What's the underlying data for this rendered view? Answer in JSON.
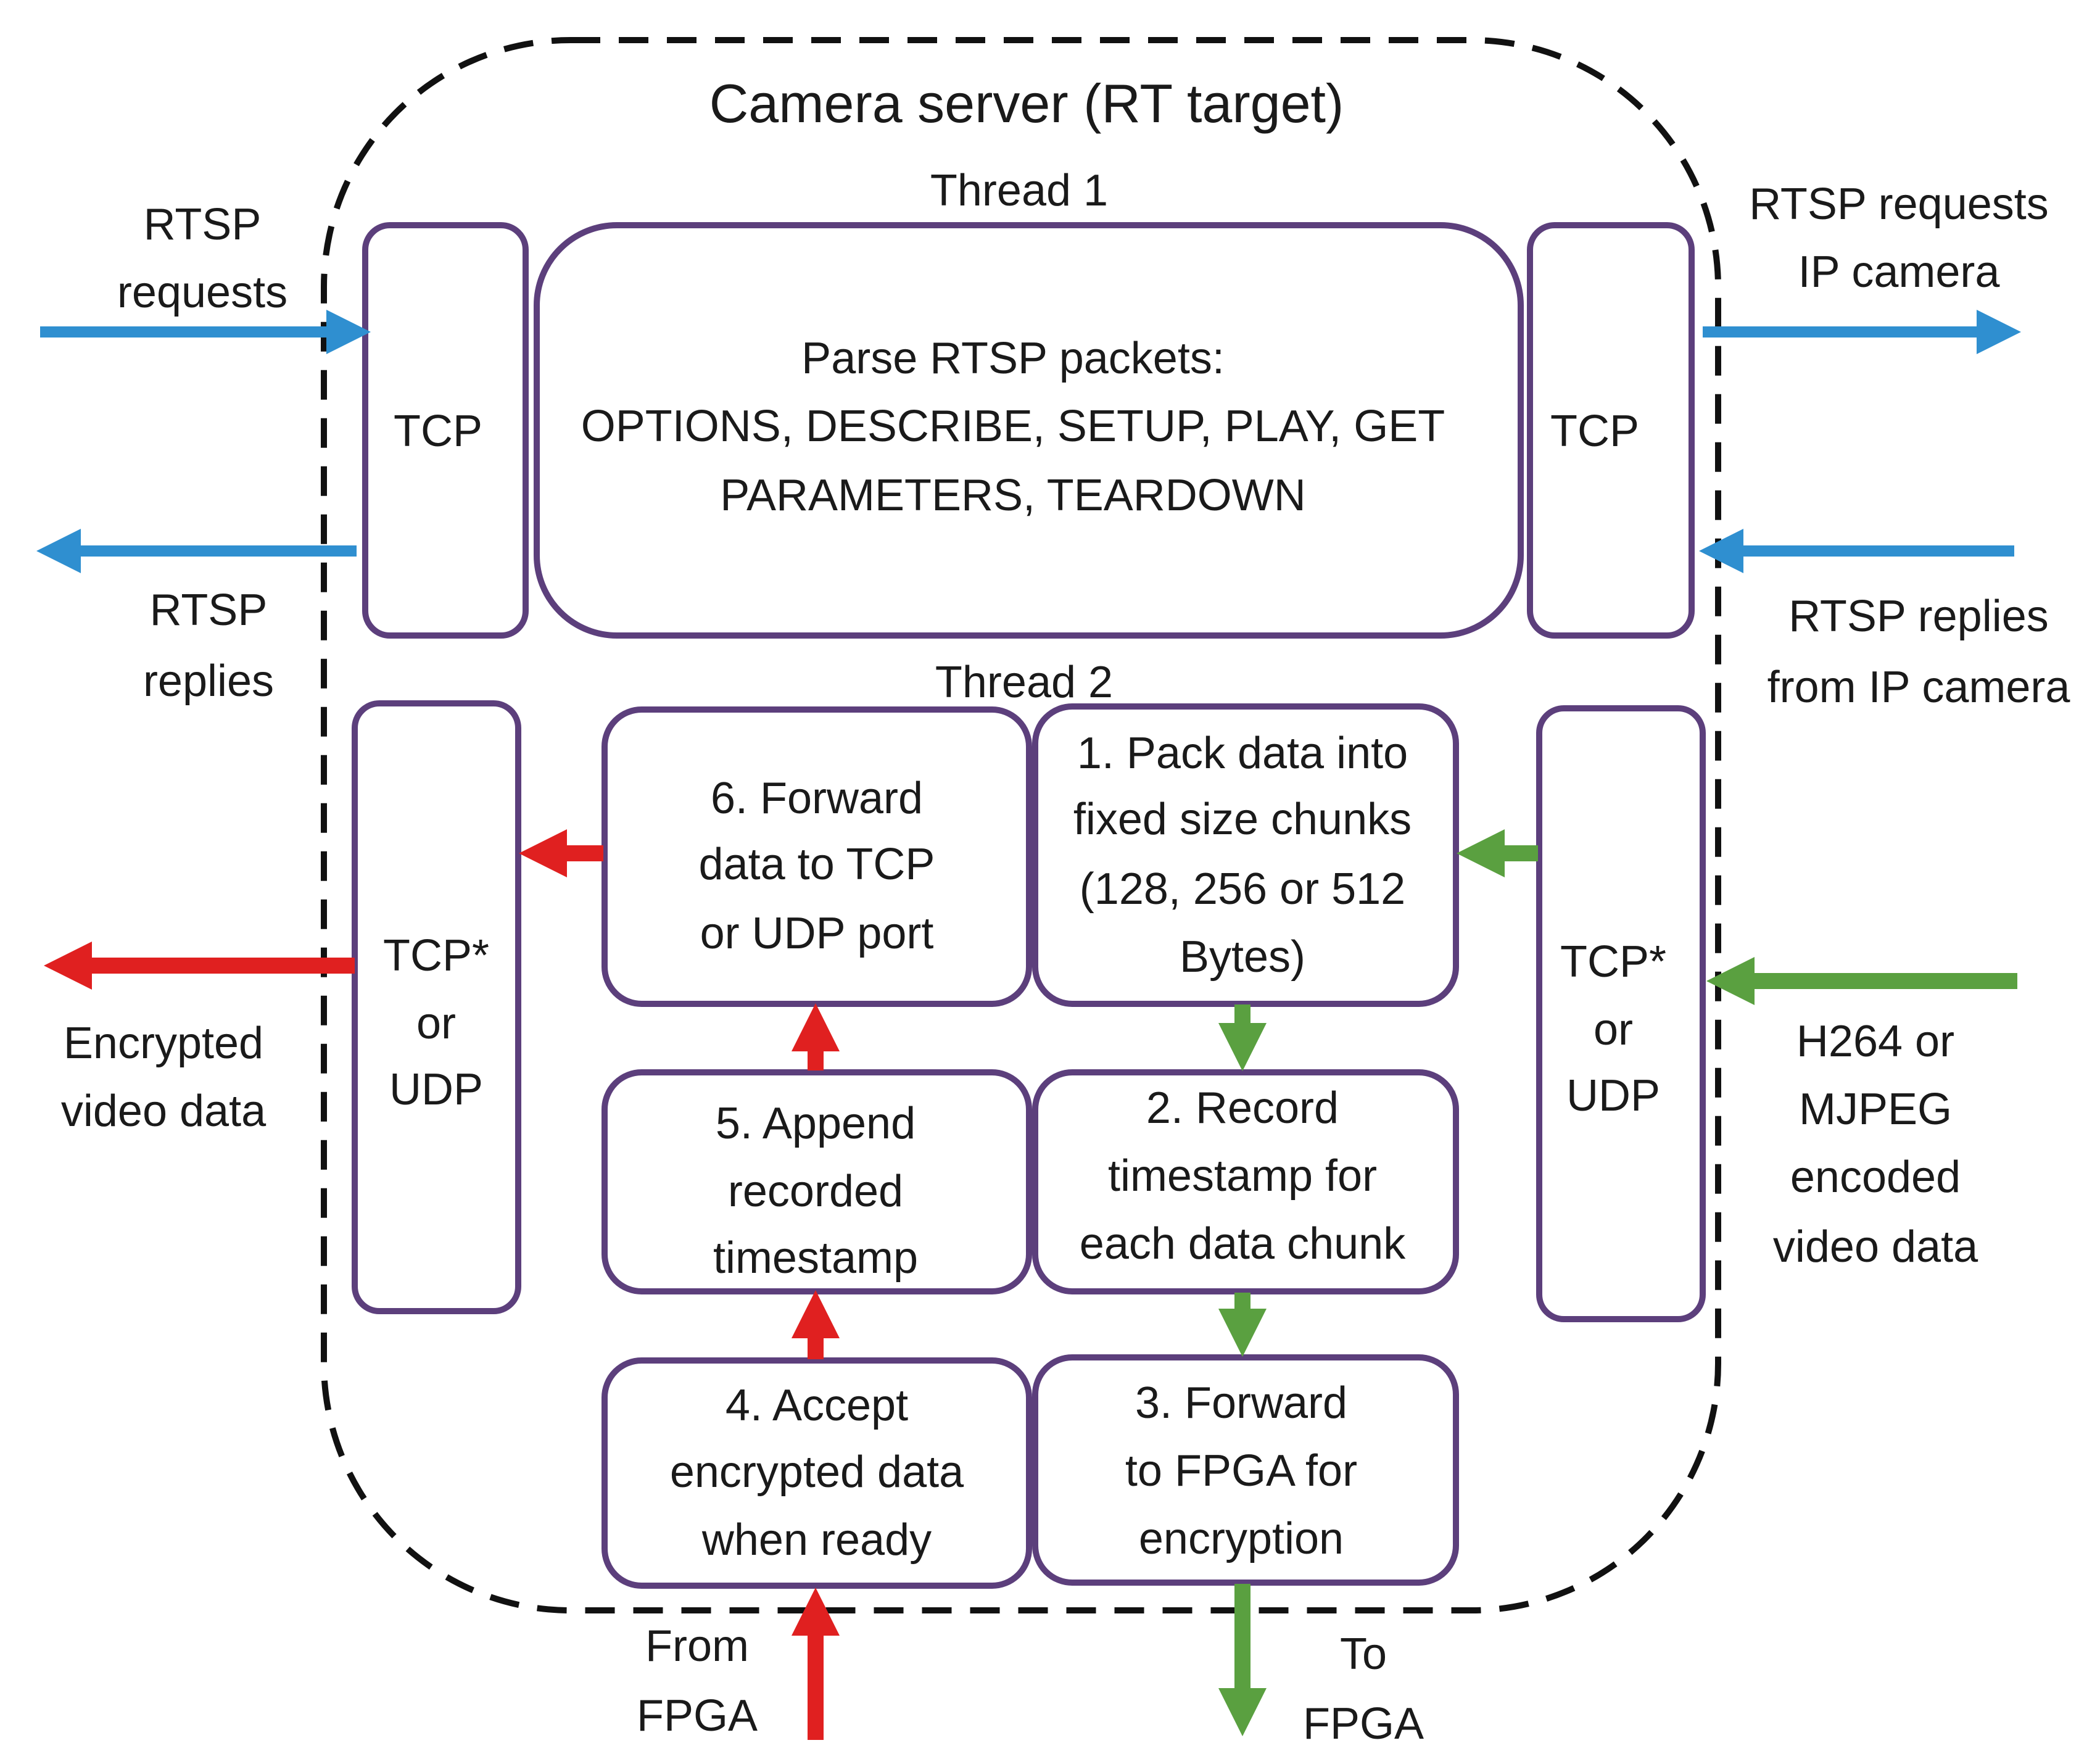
{
  "server": {
    "title": "Camera server (RT target)",
    "thread1_label": "Thread 1",
    "thread2_label": "Thread 2"
  },
  "thread1": {
    "tcp_left": "TCP",
    "tcp_right": "TCP",
    "parse": [
      "Parse RTSP packets:",
      "OPTIONS, DESCRIBE, SETUP, PLAY, GET",
      "PARAMETERS, TEARDOWN"
    ]
  },
  "thread2": {
    "port_left": [
      "TCP*",
      "or",
      "UDP"
    ],
    "port_right": [
      "TCP*",
      "or",
      "UDP"
    ],
    "step1": [
      "1. Pack data into",
      "fixed size chunks",
      "(128, 256 or 512",
      "Bytes)"
    ],
    "step2": [
      "2. Record",
      "timestamp for",
      "each data chunk"
    ],
    "step3": [
      "3. Forward",
      "to FPGA for",
      "encryption"
    ],
    "step4": [
      "4. Accept",
      "encrypted data",
      "when ready"
    ],
    "step5": [
      "5. Append",
      "recorded",
      "timestamp"
    ],
    "step6": [
      "6. Forward",
      "data to TCP",
      "or UDP port"
    ]
  },
  "external": {
    "rtsp_requests_in": [
      "RTSP",
      "requests"
    ],
    "rtsp_replies_out": [
      "RTSP",
      "replies"
    ],
    "encrypted_out": [
      "Encrypted",
      "video data"
    ],
    "rtsp_requests_camera": [
      "RTSP requests",
      "IP camera"
    ],
    "rtsp_replies_camera": [
      "RTSP replies",
      "from IP camera"
    ],
    "encoded_in": [
      "H264 or",
      "MJPEG",
      "encoded",
      "video data"
    ],
    "from_fpga": [
      "From",
      "FPGA"
    ],
    "to_fpga": [
      "To",
      "FPGA"
    ]
  },
  "colors": {
    "rtsp_arrow": "#2f8fd0",
    "encrypted_arrow": "#e02020",
    "plain_arrow": "#5aa040",
    "box_stroke": "#5c3f7c",
    "boundary": "#111111"
  }
}
